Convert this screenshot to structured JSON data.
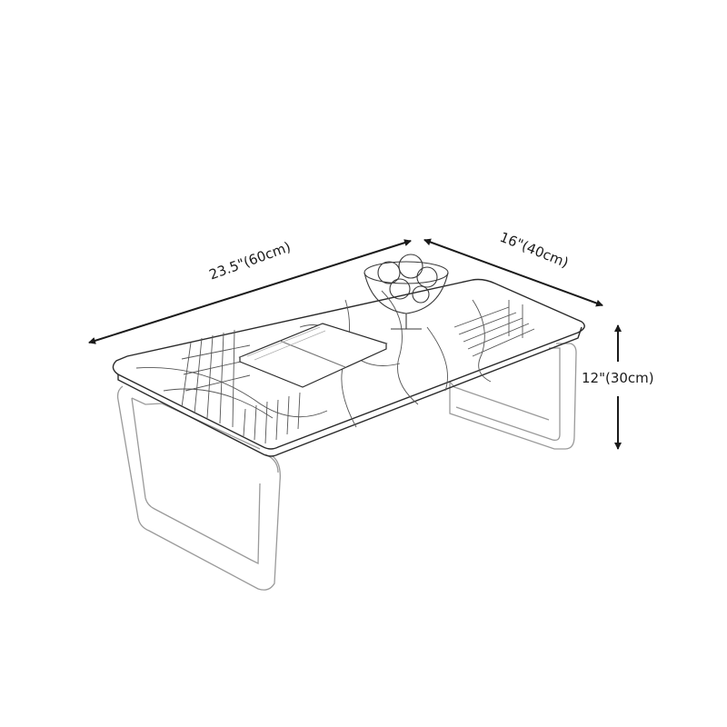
{
  "diagram": {
    "subject": "rectangular coffee table with glass top and sled legs",
    "style": "pencil sketch line drawing",
    "dimensions": {
      "length": "23.5\"(60cm)",
      "width": "16\"(40cm)",
      "height": "12\"(30cm)"
    },
    "decor_items": [
      "open book",
      "fruit bowl"
    ],
    "colors": {
      "background": "#ffffff",
      "line": "#2a2a2a",
      "light_line": "#9a9a9a",
      "arrow": "#1a1a1a"
    }
  }
}
